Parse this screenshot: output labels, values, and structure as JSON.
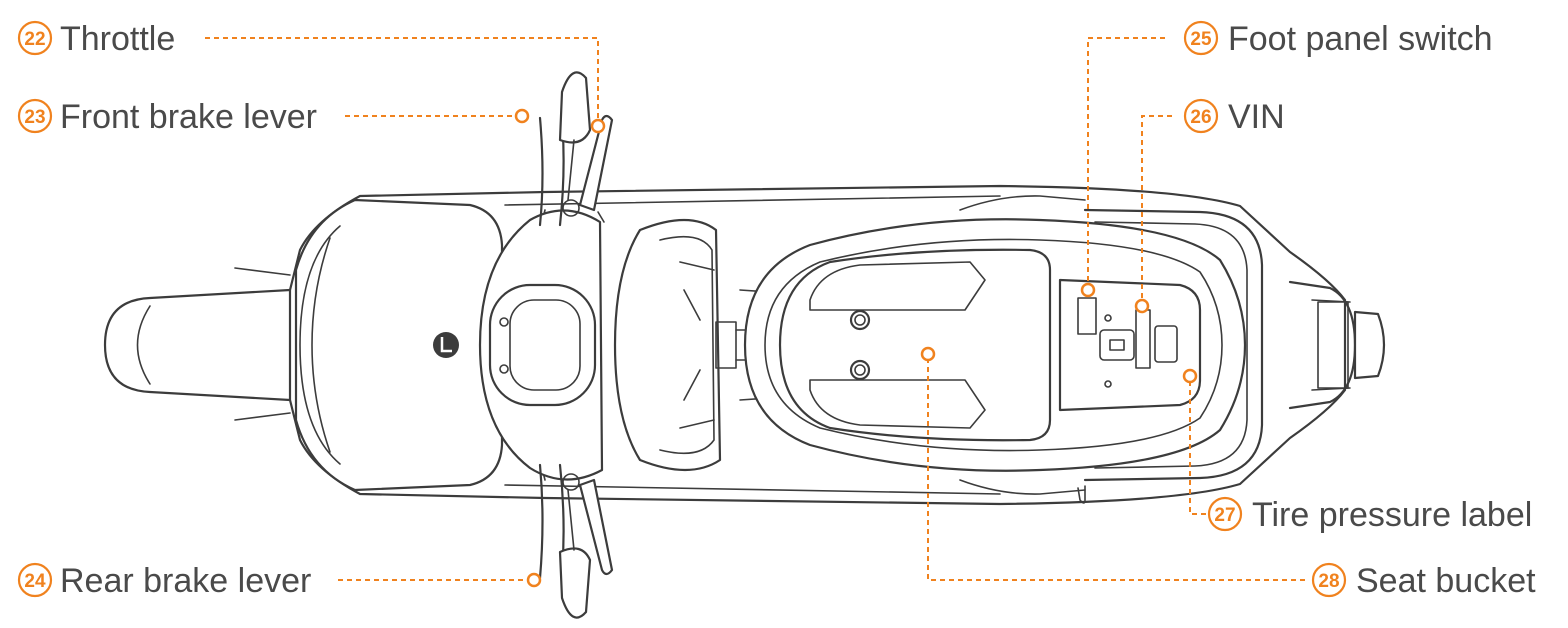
{
  "callouts": [
    {
      "id": "throttle",
      "num": "22",
      "label": "Throttle"
    },
    {
      "id": "front-brake-lever",
      "num": "23",
      "label": "Front brake lever"
    },
    {
      "id": "rear-brake-lever",
      "num": "24",
      "label": "Rear brake lever"
    },
    {
      "id": "foot-panel-switch",
      "num": "25",
      "label": "Foot panel switch"
    },
    {
      "id": "vin",
      "num": "26",
      "label": "VIN"
    },
    {
      "id": "tire-pressure-label",
      "num": "27",
      "label": "Tire pressure label"
    },
    {
      "id": "seat-bucket",
      "num": "28",
      "label": "Seat bucket"
    }
  ],
  "colors": {
    "accent": "#f0821e",
    "line": "#3c3c3c",
    "text": "#4a4a4a",
    "background": "#ffffff"
  },
  "logo_icon": "niu-logo-icon"
}
